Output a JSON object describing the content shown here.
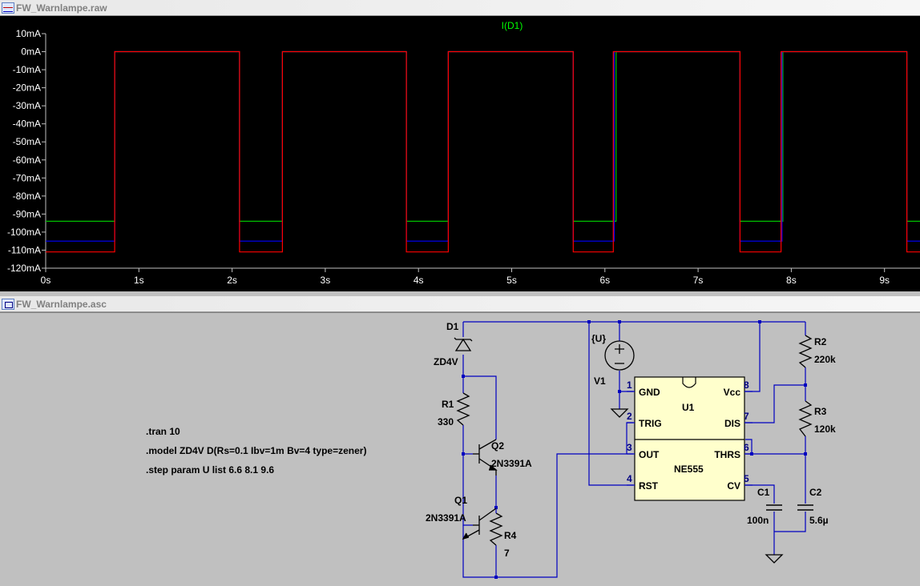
{
  "plot_window": {
    "title": "FW_Warnlampe.raw",
    "trace_label": "I(D1)"
  },
  "schematic_window": {
    "title": "FW_Warnlampe.asc"
  },
  "chart_data": {
    "type": "line",
    "title": "I(D1)",
    "xlabel": "",
    "ylabel": "",
    "xlim": [
      0,
      9.5
    ],
    "ylim": [
      -120,
      10
    ],
    "x_ticks": [
      "0s",
      "1s",
      "2s",
      "3s",
      "4s",
      "5s",
      "6s",
      "7s",
      "8s",
      "9s"
    ],
    "y_ticks": [
      "10mA",
      "0mA",
      "-10mA",
      "-20mA",
      "-30mA",
      "-40mA",
      "-50mA",
      "-60mA",
      "-70mA",
      "-80mA",
      "-90mA",
      "-100mA",
      "-110mA",
      "-120mA"
    ],
    "y_tick_values": [
      10,
      0,
      -10,
      -20,
      -30,
      -40,
      -50,
      -60,
      -70,
      -80,
      -90,
      -100,
      -110,
      -120
    ],
    "grid": false,
    "series": [
      {
        "color": "#00c000",
        "high": 0,
        "low": -94,
        "low_intervals": [
          [
            0,
            0.74
          ],
          [
            2.08,
            2.54
          ],
          [
            3.87,
            4.32
          ],
          [
            5.66,
            6.12
          ],
          [
            7.45,
            7.91
          ],
          [
            9.24,
            9.5
          ]
        ]
      },
      {
        "color": "#0000ff",
        "high": 0,
        "low": -105,
        "low_intervals": [
          [
            0,
            0.74
          ],
          [
            2.08,
            2.54
          ],
          [
            3.87,
            4.32
          ],
          [
            5.66,
            6.1
          ],
          [
            7.45,
            7.9
          ],
          [
            9.24,
            9.5
          ]
        ]
      },
      {
        "color": "#ff0000",
        "high": 0,
        "low": -111,
        "low_intervals": [
          [
            0,
            0.74
          ],
          [
            2.08,
            2.54
          ],
          [
            3.87,
            4.32
          ],
          [
            5.66,
            6.09
          ],
          [
            7.45,
            7.89
          ],
          [
            9.24,
            9.5
          ]
        ]
      }
    ]
  },
  "schematic": {
    "directives": [
      ".tran 10",
      ".model ZD4V D(Rs=0.1 Ibv=1m Bv=4 type=zener)",
      ".step param U list 6.6 8.1 9.6"
    ],
    "d1": {
      "name": "D1",
      "value": "ZD4V"
    },
    "r1": {
      "name": "R1",
      "value": "330"
    },
    "q2": {
      "name": "Q2",
      "value": "2N3391A"
    },
    "q1": {
      "name": "Q1",
      "value": "2N3391A"
    },
    "r4": {
      "name": "R4",
      "value": "7"
    },
    "v1": {
      "name": "V1",
      "value": "{U}"
    },
    "u1": {
      "name": "U1",
      "value": "NE555",
      "pins_left": [
        "GND",
        "TRIG",
        "OUT",
        "RST"
      ],
      "pins_right": [
        "Vcc",
        "DIS",
        "THRS",
        "CV"
      ],
      "pin_nums_left": [
        "1",
        "2",
        "3",
        "4"
      ],
      "pin_nums_right": [
        "8",
        "7",
        "6",
        "5"
      ]
    },
    "r2": {
      "name": "R2",
      "value": "220k"
    },
    "r3": {
      "name": "R3",
      "value": "120k"
    },
    "c1": {
      "name": "C1",
      "value": "100n"
    },
    "c2": {
      "name": "C2",
      "value": "5.6µ"
    }
  }
}
